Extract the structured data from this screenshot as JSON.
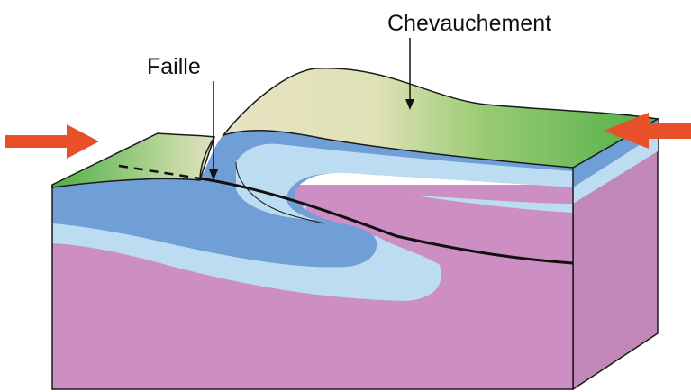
{
  "labels": {
    "thrust": "Chevauchement",
    "fault": "Faille"
  },
  "colors": {
    "surface_green": "#5cb64a",
    "surface_beige": "#ece5c4",
    "dark_blue_layer": "#6f9fd6",
    "light_blue_layer": "#bcdcf2",
    "basement_purple": "#cc8ec3",
    "basement_side": "#b97eb0",
    "arrow_red": "#e8502a",
    "outline": "#1a1a1a"
  },
  "icons": {
    "left_arrow": "compression-arrow-right",
    "right_arrow": "compression-arrow-left"
  }
}
